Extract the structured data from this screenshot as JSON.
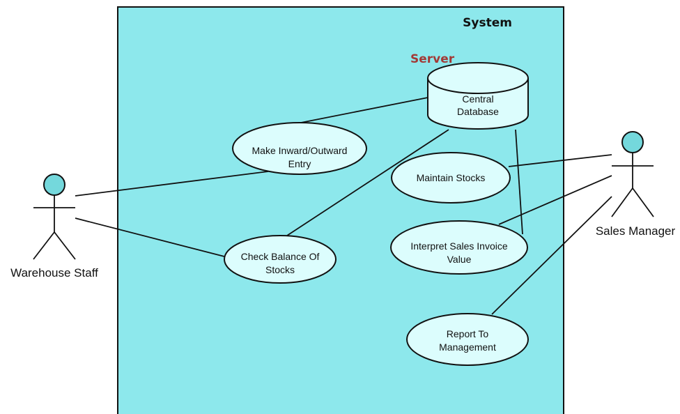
{
  "system": {
    "label": "System"
  },
  "server": {
    "label": "Server",
    "database_lines": [
      "Central",
      "Database"
    ]
  },
  "actors": {
    "warehouse_staff": "Warehouse Staff",
    "sales_manager": "Sales Manager"
  },
  "use_cases": {
    "make_entry": [
      "Make Inward/Outward",
      "Entry"
    ],
    "check_balance": [
      "Check Balance Of",
      "Stocks"
    ],
    "maintain_stocks": [
      "Maintain Stocks"
    ],
    "interpret_sales": [
      "Interpret Sales Invoice",
      "Value"
    ],
    "report": [
      "Report To",
      "Management"
    ]
  },
  "colors": {
    "system_fill": "#8de8ec",
    "use_case_fill": "#dcfdfd",
    "actor_head_fill": "#74d8dc",
    "server_label": "#a23a37",
    "line": "#111111"
  }
}
